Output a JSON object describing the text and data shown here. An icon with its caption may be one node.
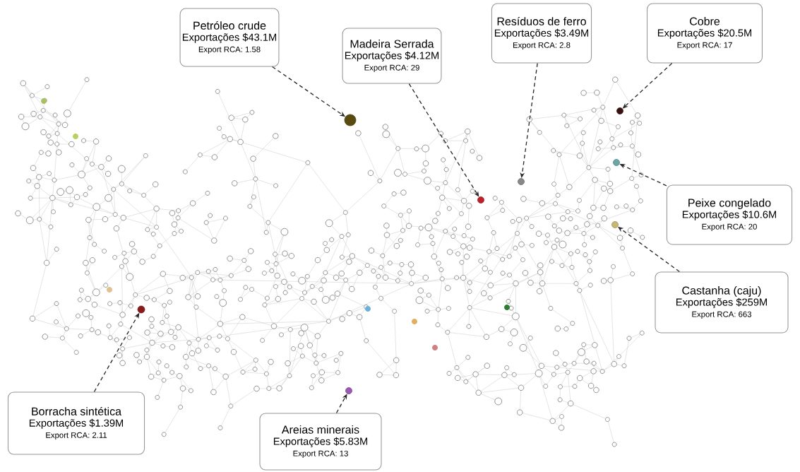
{
  "diagram": {
    "nodes": [
      {
        "text": [
          "Petróleo crude",
          "Exportações $43.1M",
          "Export RCA: 1.58"
        ]
      },
      {
        "text": [
          "Madeira Serrada",
          "Exportações $4.12M",
          "Export RCA: 29"
        ]
      },
      {
        "text": [
          "Resíduos de ferro",
          "Exportações $3.49M",
          "Export RCA: 2.8"
        ]
      },
      {
        "text": [
          "Cobre",
          "Exportações $20.5M",
          "Export RCA: 17"
        ]
      },
      {
        "text": [
          "Peixe congelado",
          "Exportações $10.6M",
          "Export RCA: 20"
        ]
      },
      {
        "text": [
          "Castanha (caju)",
          "Exportações $259M",
          "Export RCA: 663"
        ]
      },
      {
        "text": [
          "Borracha sintética",
          "Exportações $1.39M",
          "Export RCA: 2.11"
        ]
      },
      {
        "text": [
          "Areias minerais",
          "Exportações $5.83M",
          "Export RCA: 13"
        ]
      },
      {
        "text": [],
        "shape": "circle"
      },
      {
        "text": [],
        "shape": "circle"
      },
      {
        "text": [],
        "shape": "circle"
      },
      {
        "text": [],
        "shape": "circle"
      },
      {
        "text": [],
        "shape": "circle"
      },
      {
        "text": [],
        "shape": "circle"
      },
      {
        "text": [],
        "shape": "circle"
      },
      {
        "text": [],
        "shape": "circle"
      }
    ],
    "edges": [
      {
        "from": 0,
        "to": 8,
        "arrow": "to",
        "style": "dashed"
      },
      {
        "from": 1,
        "to": 11,
        "arrow": "to",
        "style": "dashed"
      },
      {
        "from": 2,
        "to": 10,
        "arrow": "to",
        "style": "dashed"
      },
      {
        "from": 3,
        "to": 9,
        "arrow": "to",
        "style": "dashed"
      },
      {
        "from": 4,
        "to": 12,
        "arrow": "to",
        "style": "dashed"
      },
      {
        "from": 5,
        "to": 13,
        "arrow": "to",
        "style": "dashed"
      },
      {
        "from": 6,
        "to": 14,
        "arrow": "to",
        "style": "dashed"
      },
      {
        "from": 7,
        "to": 15,
        "arrow": "to",
        "style": "dashed"
      }
    ]
  }
}
